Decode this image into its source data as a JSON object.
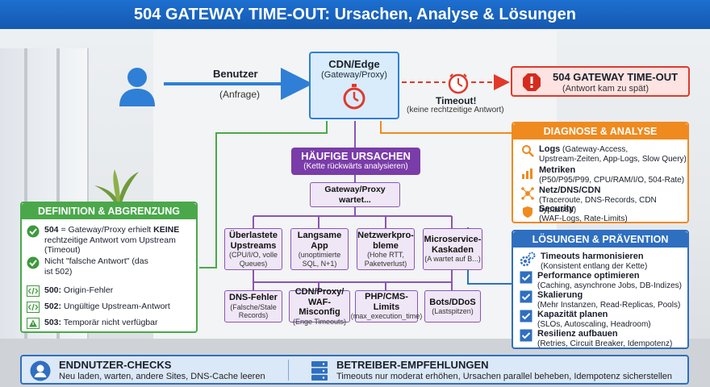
{
  "title": "504 GATEWAY TIME-OUT: Ursachen, Analyse & Lösungen",
  "user": {
    "label": "Benutzer",
    "sub": "(Anfrage)"
  },
  "cdn": {
    "title": "CDN/Edge",
    "sub": "(Gateway/Proxy)"
  },
  "timeout": {
    "label": "Timeout!",
    "sub": "(keine rechtzeitige Antwort)"
  },
  "error": {
    "title": "504 GATEWAY TIME-OUT",
    "sub": "(Antwort kam zu spät)"
  },
  "causes": {
    "title": "HÄUFIGE URSACHEN",
    "sub": "(Kette rückwärts analysieren)",
    "root": {
      "title": "Gateway/Proxy",
      "sub": "wartet..."
    },
    "row1": [
      {
        "title": "Überlastete Upstreams",
        "sub": "(CPU/I/O, volle Queues)"
      },
      {
        "title": "Langsame App",
        "sub": "(unoptimierte SQL, N+1)"
      },
      {
        "title": "Netzwerkpro-bleme",
        "sub": "(Hohe RTT, Paketverlust)"
      },
      {
        "title": "Microservice-Kaskaden",
        "sub": "(A wartet auf B...)"
      }
    ],
    "row2": [
      {
        "title": "DNS-Fehler",
        "sub": "(Falsche/Stale Records)"
      },
      {
        "title": "CDN/Proxy/ WAF-Misconfig",
        "sub": "(Enge Timeouts)"
      },
      {
        "title": "PHP/CMS-Limits",
        "sub": "(max_execution_time)"
      },
      {
        "title": "Bots/DDoS",
        "sub": "(Lastspitzen)"
      }
    ]
  },
  "diagnose": {
    "title": "DIAGNOSE & ANALYSE",
    "items": [
      {
        "title": "Logs",
        "text": " (Gateway-Access,",
        "text2": "Upstream-Zeiten, App-Logs, Slow Query)",
        "icon": "magnifier-icon"
      },
      {
        "title": "Metriken",
        "text": "",
        "text2": "(P50/P95/P99, CPU/RAM/I/O, 504-Rate)",
        "icon": "bar-chart-icon"
      },
      {
        "title": "Netz/DNS/CDN",
        "text": "",
        "text2": "(Traceroute, DNS-Records, CDN bypassen)",
        "icon": "network-icon"
      },
      {
        "title": "Security",
        "text": "",
        "text2": "(WAF-Logs, Rate-Limits)",
        "icon": "shield-icon"
      }
    ]
  },
  "definition": {
    "title": "DEFINITION & ABGRENZUNG",
    "items": [
      {
        "pre": "504",
        "text": " = Gateway/Proxy erhielt ",
        "bold": "KEINE",
        "text2": " rechtzeitige Antwort vom Upstream (Timeout)",
        "icon": "check-icon"
      },
      {
        "pre": "",
        "text": "Nicht \"falsche Antwort\" (das ist 502)",
        "bold": "",
        "text2": "",
        "icon": "check-icon"
      },
      {
        "pre": "500:",
        "text": " Origin-Fehler",
        "bold": "",
        "text2": "",
        "icon": "code-icon"
      },
      {
        "pre": "502:",
        "text": " Ungültige Upstream-Antwort",
        "bold": "",
        "text2": "",
        "icon": "code-icon"
      },
      {
        "pre": "503:",
        "text": " Temporär nicht verfügbar",
        "bold": "",
        "text2": "",
        "icon": "warning-icon"
      }
    ]
  },
  "solutions": {
    "title": "LÖSUNGEN & PRÄVENTION",
    "items": [
      {
        "title": "Timeouts harmonisieren",
        "sub": "(Konsistent entlang der Kette)",
        "icon": "gears-icon"
      },
      {
        "title": "Performance optimieren",
        "sub": "(Caching, asynchrone Jobs, DB-Indizes)",
        "icon": "checkbox-icon"
      },
      {
        "title": "Skalierung",
        "sub": "(Mehr Instanzen, Read-Replicas, Pools)",
        "icon": "checkbox-icon"
      },
      {
        "title": "Kapazität planen",
        "sub": "(SLOs, Autoscaling, Headroom)",
        "icon": "checkbox-icon"
      },
      {
        "title": "Resilienz aufbauen",
        "sub": "(Retries, Circuit Breaker, Idempotenz)",
        "icon": "checkbox-icon"
      }
    ]
  },
  "bottom": {
    "left": {
      "title": "ENDNUTZER-CHECKS",
      "sub": "Neu laden, warten, andere Sites, DNS-Cache leeren"
    },
    "right": {
      "title": "BETREIBER-EMPFEHLUNGEN",
      "sub": "Timeouts nur moderat erhöhen, Ursachen parallel beheben, Idempotenz sicherstellen"
    }
  },
  "colors": {
    "blue": "#2f7fd6",
    "red": "#e0392b",
    "purple": "#7a3ca8",
    "orange": "#ef8a1f",
    "green": "#4aa84a",
    "navy": "#2f6fc0"
  }
}
